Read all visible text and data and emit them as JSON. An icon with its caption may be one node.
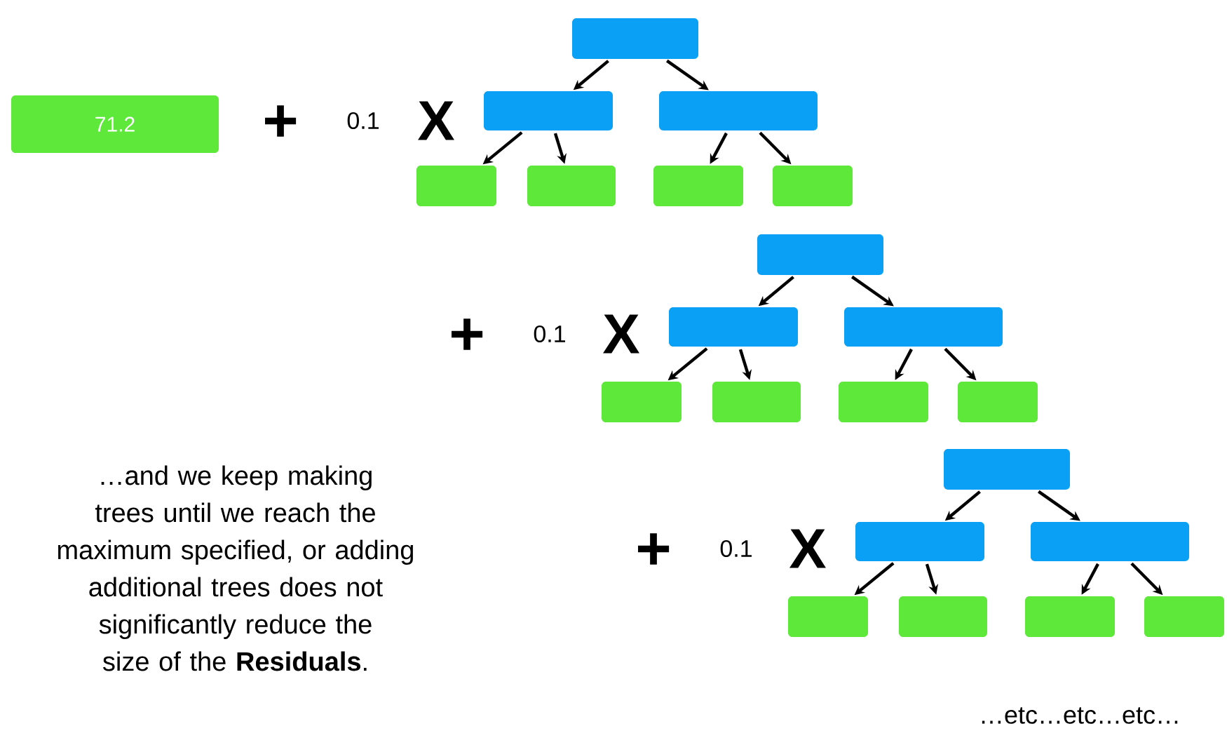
{
  "diagram": {
    "nodes": [
      {
        "text": [
          "71.2"
        ]
      },
      {
        "text": [],
        "shape": "box"
      },
      {
        "text": [],
        "shape": "box"
      },
      {
        "text": [],
        "shape": "box"
      },
      {
        "text": [],
        "shape": "box"
      },
      {
        "text": [],
        "shape": "box"
      },
      {
        "text": [],
        "shape": "box"
      },
      {
        "text": [],
        "shape": "box"
      },
      {
        "text": [],
        "shape": "box"
      },
      {
        "text": [],
        "shape": "box"
      },
      {
        "text": [],
        "shape": "box"
      },
      {
        "text": [],
        "shape": "box"
      },
      {
        "text": [],
        "shape": "box"
      },
      {
        "text": [],
        "shape": "box"
      },
      {
        "text": [],
        "shape": "box"
      },
      {
        "text": [],
        "shape": "box"
      },
      {
        "text": [],
        "shape": "box"
      },
      {
        "text": [],
        "shape": "box"
      },
      {
        "text": [],
        "shape": "box"
      },
      {
        "text": [],
        "shape": "box"
      },
      {
        "text": [],
        "shape": "box"
      },
      {
        "text": [],
        "shape": "box"
      }
    ],
    "edges": [
      {
        "from": 1,
        "to": 2,
        "arrow": "to"
      },
      {
        "from": 1,
        "to": 3,
        "arrow": "to"
      },
      {
        "from": 2,
        "to": 4,
        "arrow": "to"
      },
      {
        "from": 2,
        "to": 5,
        "arrow": "to"
      },
      {
        "from": 3,
        "to": 6,
        "arrow": "to"
      },
      {
        "from": 3,
        "to": 7,
        "arrow": "to"
      },
      {
        "from": 8,
        "to": 9,
        "arrow": "to"
      },
      {
        "from": 8,
        "to": 10,
        "arrow": "to"
      },
      {
        "from": 9,
        "to": 11,
        "arrow": "to"
      },
      {
        "from": 9,
        "to": 12,
        "arrow": "to"
      },
      {
        "from": 10,
        "to": 13,
        "arrow": "to"
      },
      {
        "from": 10,
        "to": 14,
        "arrow": "to"
      },
      {
        "from": 15,
        "to": 16,
        "arrow": "to"
      },
      {
        "from": 15,
        "to": 17,
        "arrow": "to"
      },
      {
        "from": 16,
        "to": 18,
        "arrow": "to"
      },
      {
        "from": 16,
        "to": 19,
        "arrow": "to"
      },
      {
        "from": 17,
        "to": 20,
        "arrow": "to"
      },
      {
        "from": 17,
        "to": 21,
        "arrow": "to"
      }
    ],
    "labels": [
      "+",
      "0.1",
      "X",
      "+",
      "0.1",
      "X",
      "…and we keep making trees until we reach the maximum specified, or adding additional trees does not significantly reduce the size of the **Residuals**.",
      "+",
      "0.1",
      "X",
      "…etc…etc…etc…"
    ]
  }
}
